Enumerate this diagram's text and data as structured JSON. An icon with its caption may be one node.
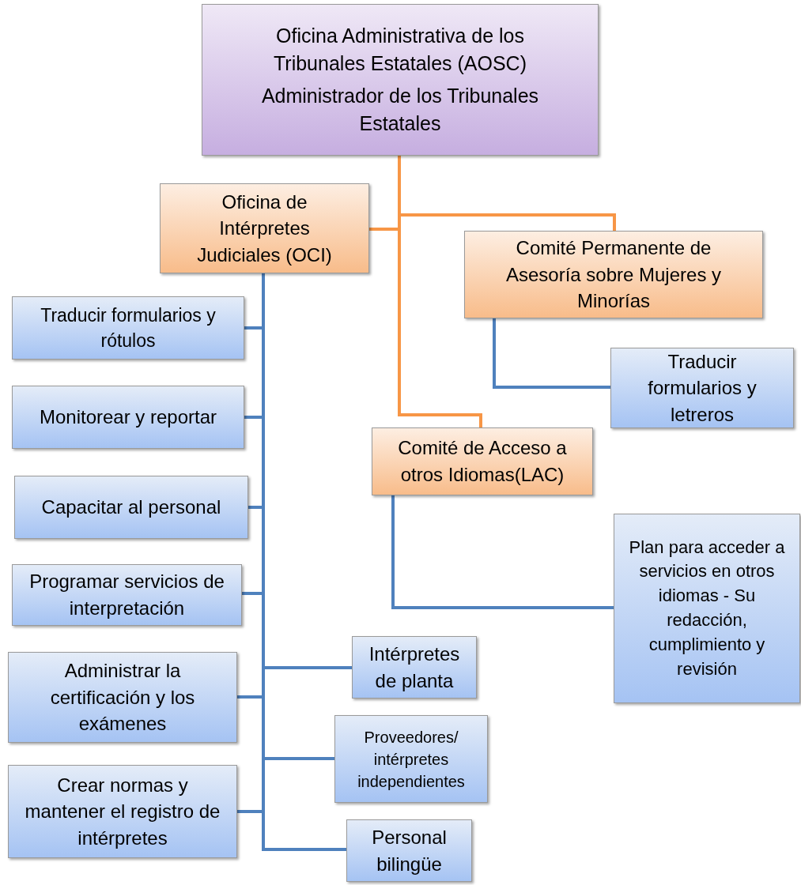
{
  "diagram": {
    "nodes": [
      {
        "text": [
          "Oficina Administrativa de los Tribunales Estatales (AOSC)",
          "Administrador de los Tribunales Estatales"
        ]
      },
      {
        "text": [
          "Oficina de Intérpretes Judiciales (OCI)"
        ]
      },
      {
        "text": [
          "Comité Permanente de Asesoría sobre Mujeres y Minorías"
        ]
      },
      {
        "text": [
          "Traducir formularios y letreros"
        ]
      },
      {
        "text": [
          "Comité de Acceso a otros Idiomas(LAC)"
        ]
      },
      {
        "text": [
          "Plan para acceder a servicios en otros idiomas - Su redacción, cumplimiento y revisión"
        ]
      },
      {
        "text": [
          "Traducir formularios y rótulos"
        ]
      },
      {
        "text": [
          "Monitorear y reportar"
        ]
      },
      {
        "text": [
          "Capacitar al personal"
        ]
      },
      {
        "text": [
          "Programar servicios de interpretación"
        ]
      },
      {
        "text": [
          "Administrar la certificación y los exámenes"
        ]
      },
      {
        "text": [
          "Crear normas y mantener el registro de intérpretes"
        ]
      },
      {
        "text": [
          "Intérpretes de planta"
        ]
      },
      {
        "text": [
          "Proveedores/ intérpretes independientes"
        ]
      },
      {
        "text": [
          "Personal bilingüe"
        ]
      }
    ],
    "edges": [
      {
        "from": 0,
        "to": 1,
        "arrow": "none",
        "color": "#f79646"
      },
      {
        "from": 0,
        "to": 2,
        "arrow": "none",
        "color": "#f79646"
      },
      {
        "from": 0,
        "to": 4,
        "arrow": "none",
        "color": "#f79646"
      },
      {
        "from": 2,
        "to": 3,
        "arrow": "none"
      },
      {
        "from": 4,
        "to": 5,
        "arrow": "none"
      },
      {
        "from": 1,
        "to": 6,
        "arrow": "none"
      },
      {
        "from": 1,
        "to": 7,
        "arrow": "none"
      },
      {
        "from": 1,
        "to": 8,
        "arrow": "none"
      },
      {
        "from": 1,
        "to": 9,
        "arrow": "none"
      },
      {
        "from": 1,
        "to": 10,
        "arrow": "none"
      },
      {
        "from": 1,
        "to": 11,
        "arrow": "none"
      },
      {
        "from": 1,
        "to": 12,
        "arrow": "none"
      },
      {
        "from": 1,
        "to": 13,
        "arrow": "none"
      },
      {
        "from": 1,
        "to": 14,
        "arrow": "none"
      }
    ]
  }
}
